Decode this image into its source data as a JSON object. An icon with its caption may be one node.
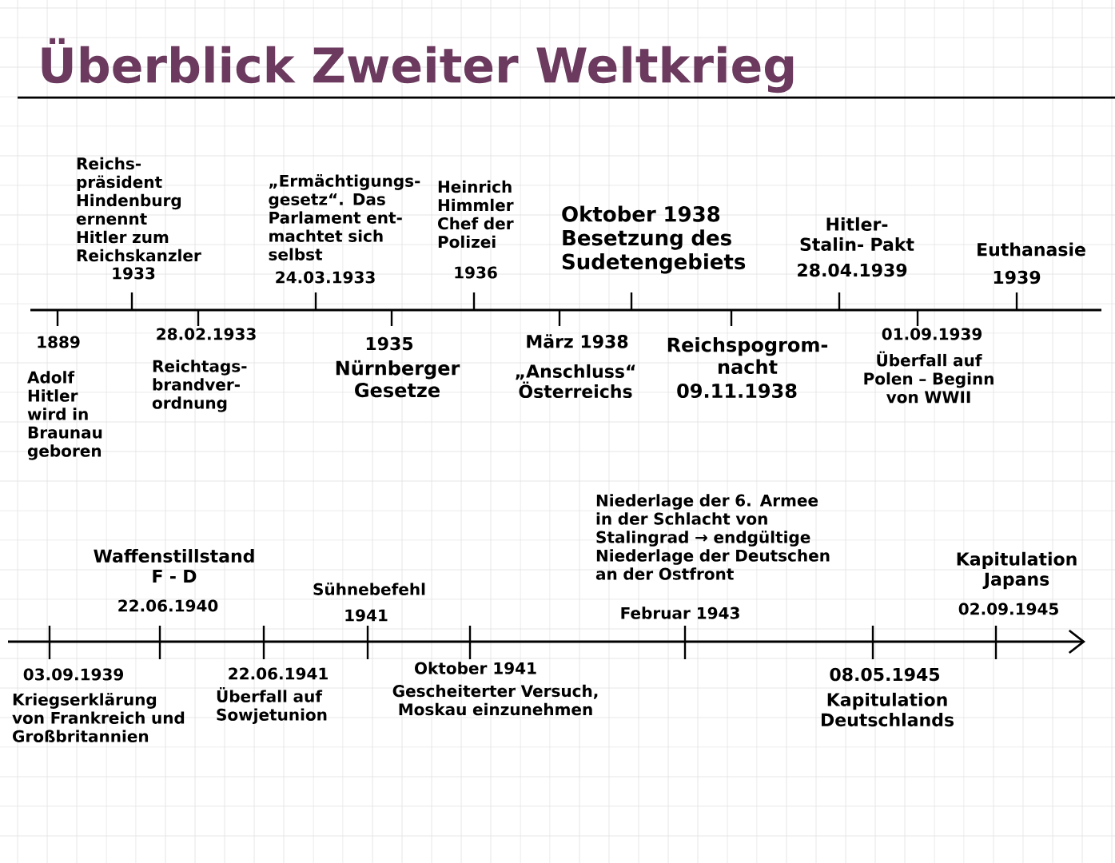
{
  "diagram": {
    "title": "Überblick Zweiter Weltkrieg",
    "labels": [
      "Reichs- präsident Hindenburg ernennt Hitler zum Reichskanzler",
      "1933",
      "„Ermächtigungs- gesetz“. Das Parlament ent- machtet sich selbst",
      "24.03.1933",
      "Heinrich Himmler Chef der Polizei",
      "1936",
      "Oktober 1938 Besetzung des Sudetengebiets",
      "Hitler-Stalin- Pakt",
      "28.04.1939",
      "Euthanasie",
      "1939",
      "1889",
      "Adolf Hitler wird in Braunau geboren",
      "28.02.1933",
      "Reichtags- brandver- ordnung",
      "1935",
      "Nürnberger Gesetze",
      "März 1938",
      "„Anschluss“ Österreichs",
      "Reichspogrom- nacht",
      "09.11.1938",
      "01.09.1939",
      "Überfall auf Polen – Beginn von WWII",
      "Waffenstillstand F - D",
      "22.06.1940",
      "Sühnebefehl",
      "1941",
      "Niederlage der 6. Armee in der Schlacht von Stalingrad → endgültige Niederlage der Deutschen an der Ostfront",
      "Februar 1943",
      "Kapitulation Japans",
      "02.09.1945",
      "03.09.1939",
      "Kriegserklärung von Frankreich und Großbritannien",
      "22.06.1941",
      "Überfall auf Sowjetunion",
      "Oktober 1941",
      "Gescheiterter Versuch, Moskau einzunehmen",
      "08.05.1945",
      "Kapitulation Deutschlands"
    ]
  }
}
